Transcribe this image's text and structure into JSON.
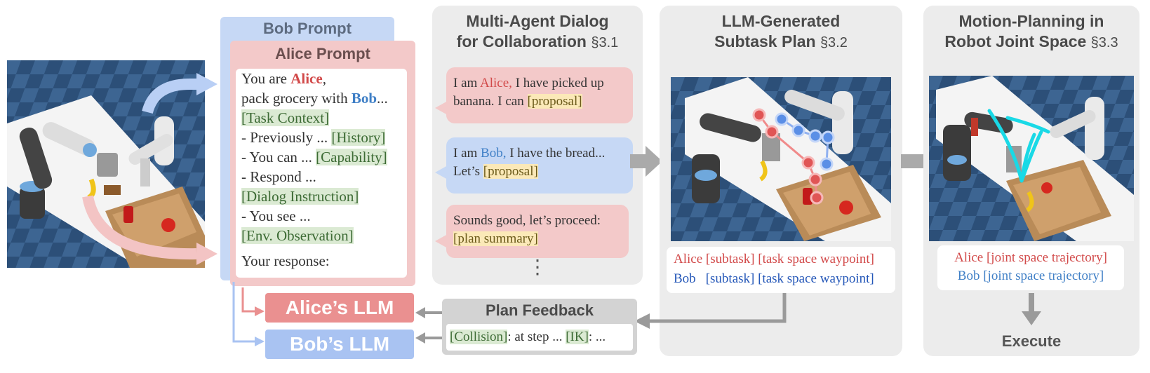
{
  "bob_prompt": {
    "title": "Bob Prompt"
  },
  "alice_prompt": {
    "title": "Alice Prompt",
    "lines": {
      "l1_pre": "You are ",
      "l1_name": "Alice",
      "l1_post": ",",
      "l2_pre": "pack grocery with ",
      "l2_name": "Bob",
      "l2_post": "...",
      "l3": "[Task Context]",
      "l4_pre": "- Previously ... ",
      "l4_tag": "[History]",
      "l5_pre": "- You can ... ",
      "l5_tag": "[Capability]",
      "l6": "- Respond ...",
      "l7": "[Dialog Instruction]",
      "l8": "- You see ...",
      "l9": "[Env. Observation]",
      "l10": "Your response:"
    }
  },
  "llms": {
    "alice": "Alice’s LLM",
    "bob": "Bob’s LLM"
  },
  "dialog_panel": {
    "title_line1": "Multi-Agent Dialog",
    "title_line2": "for Collaboration",
    "section": "§3.1",
    "bubble1": {
      "pre": "I am ",
      "name": "Alice,",
      "mid": " I have picked up",
      "line2": "banana. I can ",
      "tag": "[proposal]"
    },
    "bubble2": {
      "pre": "I am ",
      "name": "Bob,",
      "mid": " I have the bread...",
      "line2": "Let’s  ",
      "tag": "[proposal]"
    },
    "bubble3": {
      "line1": "Sounds good, let’s proceed:",
      "tag": "[plan summary]"
    },
    "ellipsis": "⋮"
  },
  "plan_panel": {
    "title_line1": "LLM-Generated",
    "title_line2": "Subtask Plan",
    "section": "§3.2",
    "alice_row": "Alice [subtask] [task space waypoint]",
    "bob_name": "Bob",
    "bob_row": "[subtask] [task space waypoint]"
  },
  "motion_panel": {
    "title_line1": "Motion-Planning in",
    "title_line2": "Robot Joint Space",
    "section": "§3.3",
    "alice_row": "Alice [joint space trajectory]",
    "bob_row": "Bob  [joint space trajectory]",
    "execute": "Execute"
  },
  "feedback": {
    "title": "Plan Feedback",
    "tag1": "[Collision]",
    "mid": ": at step ... ",
    "tag2": "[IK]",
    "end": ": ..."
  },
  "colors": {
    "alice": "#e05555",
    "bob": "#3f7fc6",
    "alice_box": "#ea9090",
    "bob_box": "#a9c3f2",
    "panel": "#ececec",
    "trajectory": "#19d9e6"
  }
}
